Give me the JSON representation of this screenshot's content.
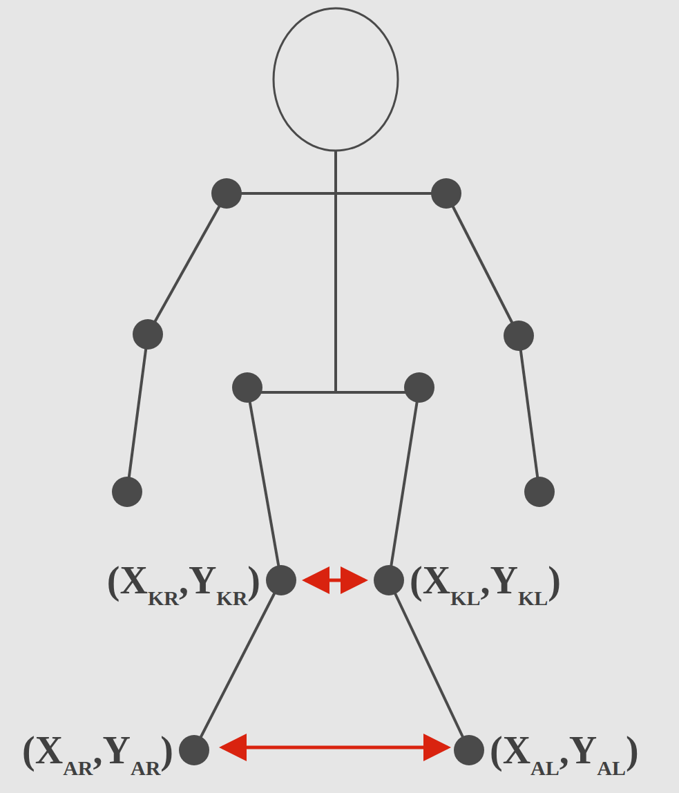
{
  "diagram": {
    "labels": [
      "(XKR,YKR)",
      "(XKL,YKL)",
      "(XAR,YAR)",
      "(XAL,YAL)"
    ]
  }
}
